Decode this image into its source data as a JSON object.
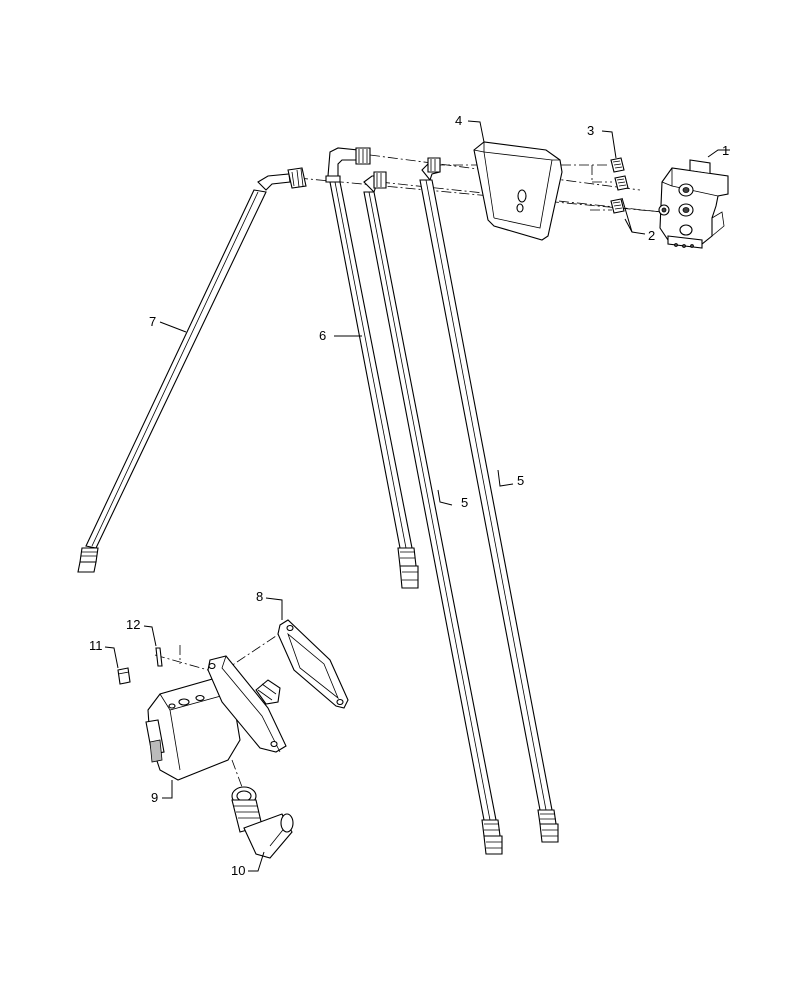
{
  "callouts": [
    {
      "id": "c1",
      "text": "1"
    },
    {
      "id": "c2",
      "text": "2"
    },
    {
      "id": "c3",
      "text": "3"
    },
    {
      "id": "c4",
      "text": "4"
    },
    {
      "id": "c5a",
      "text": "5"
    },
    {
      "id": "c5b",
      "text": "5"
    },
    {
      "id": "c6",
      "text": "6"
    },
    {
      "id": "c7",
      "text": "7"
    },
    {
      "id": "c8",
      "text": "8"
    },
    {
      "id": "c9",
      "text": "9"
    },
    {
      "id": "c10",
      "text": "10"
    },
    {
      "id": "c11",
      "text": "11"
    },
    {
      "id": "c12",
      "text": "12"
    }
  ]
}
